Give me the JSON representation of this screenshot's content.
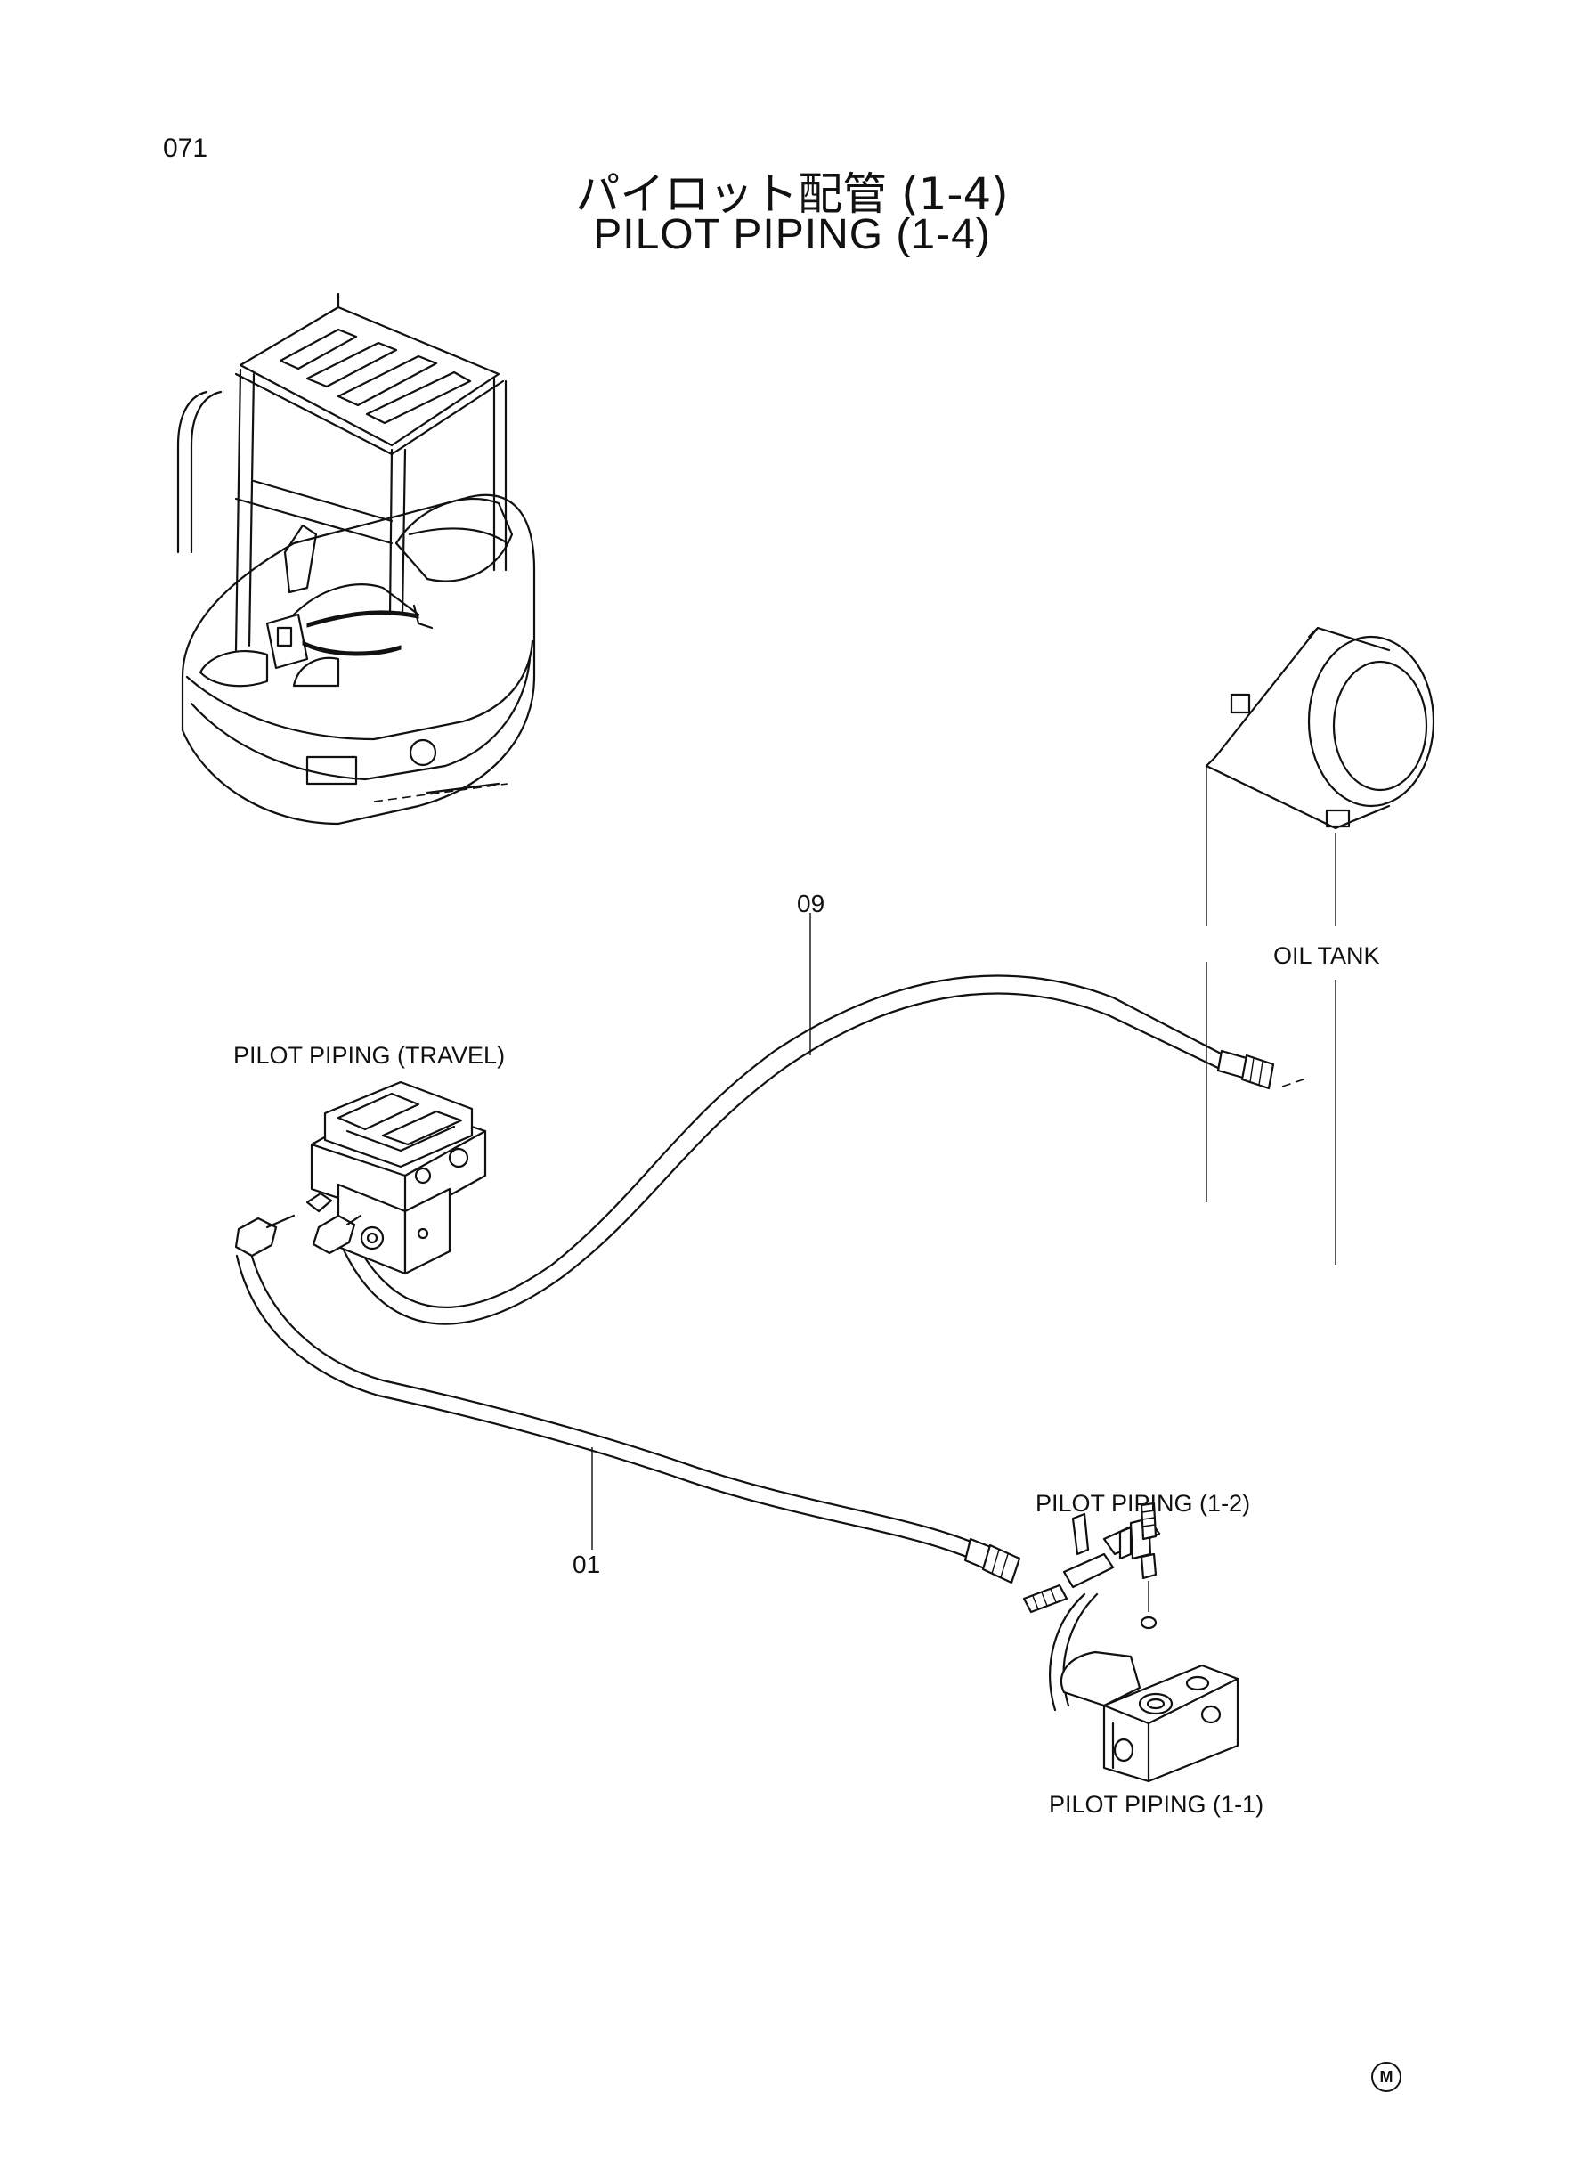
{
  "page": {
    "number": "071",
    "title_jp": "パイロット配管 (1-4)",
    "title_en": "PILOT PIPING (1-4)",
    "mark": "M"
  },
  "labels": {
    "pilot_piping_travel": "PILOT PIPING (TRAVEL)",
    "oil_tank": "OIL TANK",
    "pilot_piping_1_2": "PILOT PIPING (1-2)",
    "pilot_piping_1_1": "PILOT PIPING (1-1)"
  },
  "callouts": {
    "hose_09": "09",
    "hose_01": "01"
  }
}
